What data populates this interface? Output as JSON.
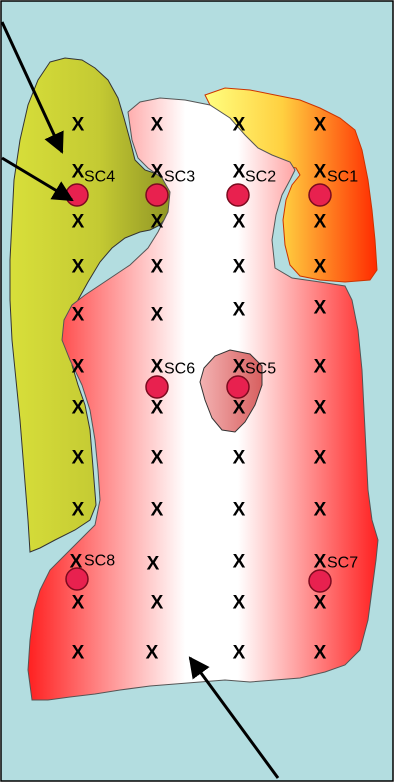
{
  "colors": {
    "background": "#b3dde0",
    "border": "#000000",
    "left_region": "#d8df3a",
    "left_region_dark": "#8f9424",
    "top_right_region_light": "#ffff80",
    "top_right_region_dark": "#ff2a00",
    "main_region_edge": "#ff2020",
    "main_region_center": "#ffffff",
    "inner_region": "#e87f7f",
    "marker_fill": "#e8214f",
    "marker_stroke": "#7a0a1e"
  },
  "marker_symbol": "X",
  "grid_columns": 4,
  "grid_rows": 12,
  "sample_points": [
    {
      "label": "SC1"
    },
    {
      "label": "SC2"
    },
    {
      "label": "SC3"
    },
    {
      "label": "SC4"
    },
    {
      "label": "SC5"
    },
    {
      "label": "SC6"
    },
    {
      "label": "SC7"
    },
    {
      "label": "SC8"
    }
  ],
  "arrows": [
    {
      "name": "arrow-to-left-region-upper"
    },
    {
      "name": "arrow-to-left-region-lower"
    },
    {
      "name": "arrow-to-main-region"
    }
  ]
}
